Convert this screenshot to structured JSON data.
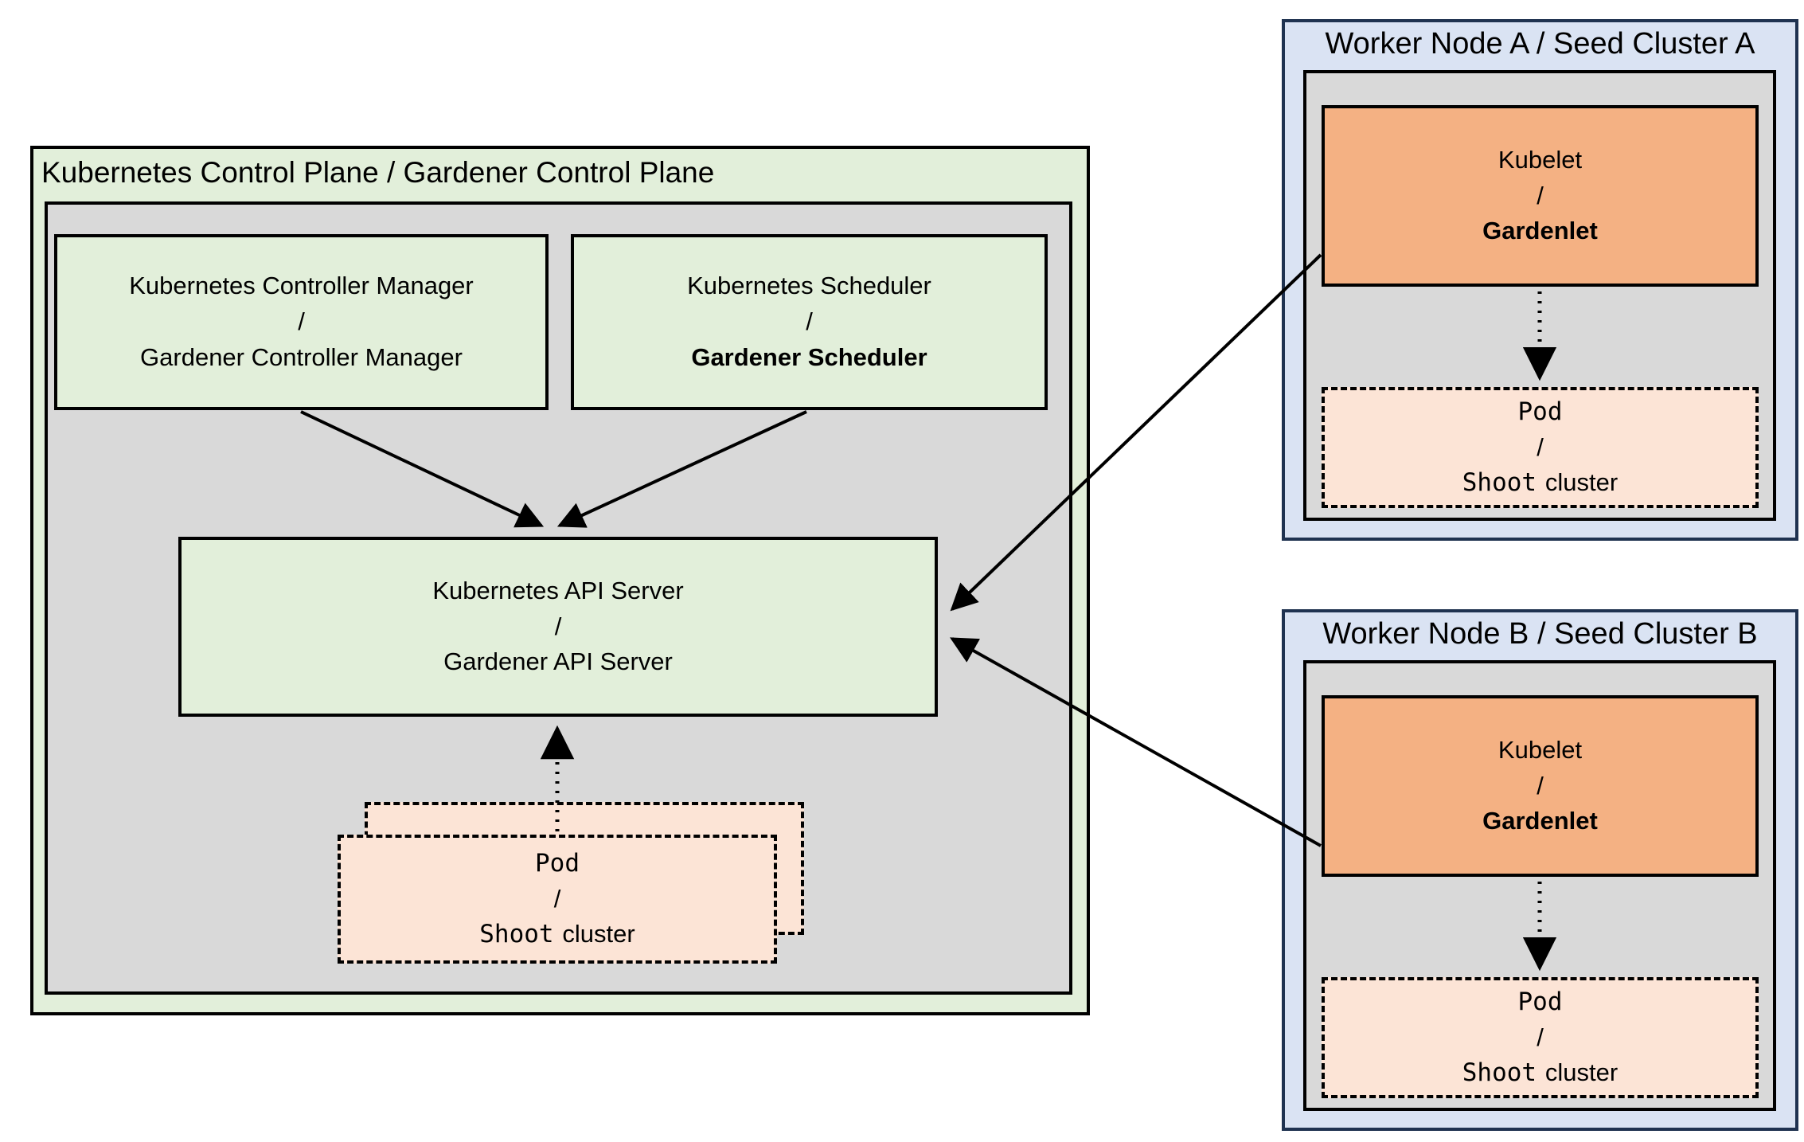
{
  "control_plane": {
    "title": "Kubernetes Control Plane / Gardener Control Plane",
    "controller_manager": {
      "line1": "Kubernetes Controller Manager",
      "separator": "/",
      "line2": "Gardener Controller Manager"
    },
    "scheduler": {
      "line1": "Kubernetes Scheduler",
      "separator": "/",
      "line2": "Gardener Scheduler"
    },
    "api_server": {
      "line1": "Kubernetes API Server",
      "separator": "/",
      "line2": "Gardener API Server"
    },
    "pod_stack": {
      "line1": "Pod",
      "separator": "/",
      "line2_mono": "Shoot",
      "line2_rest": "cluster"
    }
  },
  "worker_node_a": {
    "title": "Worker Node A / Seed Cluster A",
    "kubelet": {
      "line1": "Kubelet",
      "separator": "/",
      "line2": "Gardenlet"
    },
    "pod": {
      "line1": "Pod",
      "separator": "/",
      "line2_mono": "Shoot",
      "line2_rest": "cluster"
    }
  },
  "worker_node_b": {
    "title": "Worker Node B / Seed Cluster B",
    "kubelet": {
      "line1": "Kubelet",
      "separator": "/",
      "line2": "Gardenlet"
    },
    "pod": {
      "line1": "Pod",
      "separator": "/",
      "line2_mono": "Shoot",
      "line2_rest": "cluster"
    }
  },
  "colors": {
    "green_fill": "#e2efda",
    "gray_fill": "#d9d9d9",
    "orange_fill": "#f4b183",
    "peach_fill": "#fce4d6",
    "blue_fill": "#dae3f3",
    "black_border": "#000000",
    "blue_border": "#1f3250"
  }
}
